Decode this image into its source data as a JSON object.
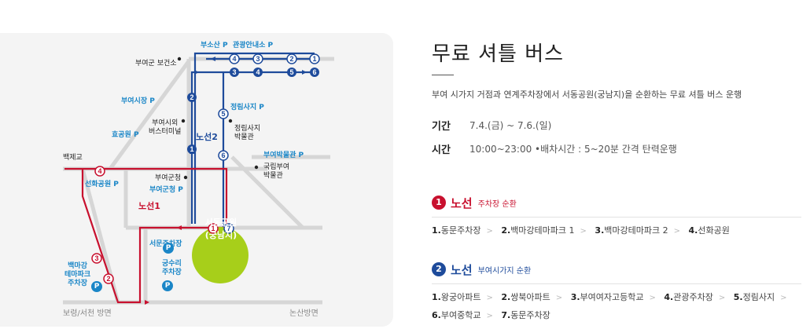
{
  "info": {
    "title": "무료 셔틀 버스",
    "description": "부여 시가지 거점과 연계주차장에서 서동공원(궁남지)을 순환하는 무료 셔틀 버스 운행",
    "period_label": "기간",
    "period_value": "7.4.(금) ~ 7.6.(일)",
    "time_label": "시간",
    "time_value": "10:00~23:00 •배차시간 : 5~20분 간격 탄력운행"
  },
  "routes": [
    {
      "num": "1",
      "name": "노선",
      "sub": "주차장 순환",
      "color": "#c8102e",
      "stops": [
        {
          "n": "1.",
          "label": "동문주차장"
        },
        {
          "n": "2.",
          "label": "백마강테마파크 1"
        },
        {
          "n": "3.",
          "label": "백마강테마파크 2"
        },
        {
          "n": "4.",
          "label": "선화공원"
        }
      ]
    },
    {
      "num": "2",
      "name": "노선",
      "sub": "부여시가지 순환",
      "color": "#1e4b9b",
      "stops_line1": [
        {
          "n": "1.",
          "label": "왕궁아파트"
        },
        {
          "n": "2.",
          "label": "쌍북아파트"
        },
        {
          "n": "3.",
          "label": "부여여자고등학교"
        },
        {
          "n": "4.",
          "label": "관광주차장"
        },
        {
          "n": "5.",
          "label": "정림사지"
        }
      ],
      "stops_line2": [
        {
          "n": "6.",
          "label": "부여중학교"
        },
        {
          "n": "7.",
          "label": "동문주차장"
        }
      ]
    }
  ],
  "map": {
    "labels": {
      "busosan": "부소산 P",
      "tour_info": "관광안내소 P",
      "health_center": "부여군 보건소",
      "buyeo_market": "부여시장 P",
      "terminal": "부여시외\n버스터미널",
      "hyowon": "효공원 P",
      "jeongnim": "정림사지 P",
      "jeongnim_museum": "정림사지\n박물관",
      "buyeo_museum_p": "부여박물관 P",
      "national_museum": "국립부여\n박물관",
      "baekje_bridge": "백제교",
      "seonhwa": "선화공원 P",
      "county_office": "부여군청",
      "county_office_p": "부여군청 P",
      "line1": "노선1",
      "line2": "노선2",
      "seomun_p": "서문주차장",
      "gungsuri_p": "궁수리\n주차장",
      "baekmagang": "백마강\n테마파크\n주차장",
      "destination": "서동공원\n(궁남지)",
      "boryeong": "보령/서천 방면",
      "nonsan": "논산방면",
      "parking_mark": "P"
    },
    "colors": {
      "red": "#c8102e",
      "blue": "#1e4b9b",
      "green": "#a7cf1a",
      "road": "#d6d6d6"
    }
  }
}
